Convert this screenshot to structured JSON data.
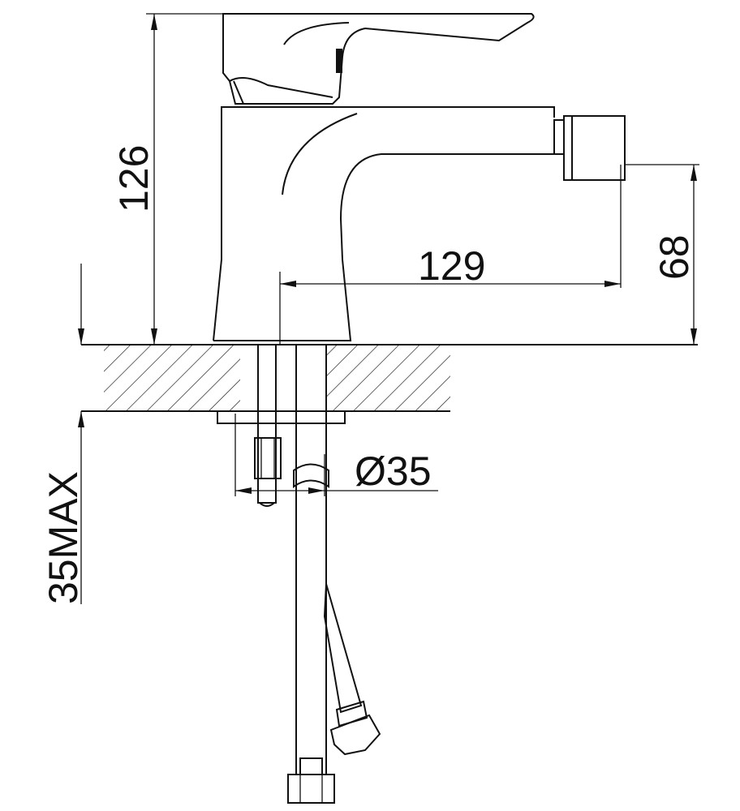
{
  "drawing": {
    "title": "Bidet mixer dimension drawing",
    "units": "mm",
    "ink_color": "#111111",
    "dimensions": {
      "total_height": "126",
      "spout_reach": "129",
      "spout_height": "68",
      "hole_diameter": "Ø35",
      "max_counter_thickness": "35MAX"
    }
  }
}
